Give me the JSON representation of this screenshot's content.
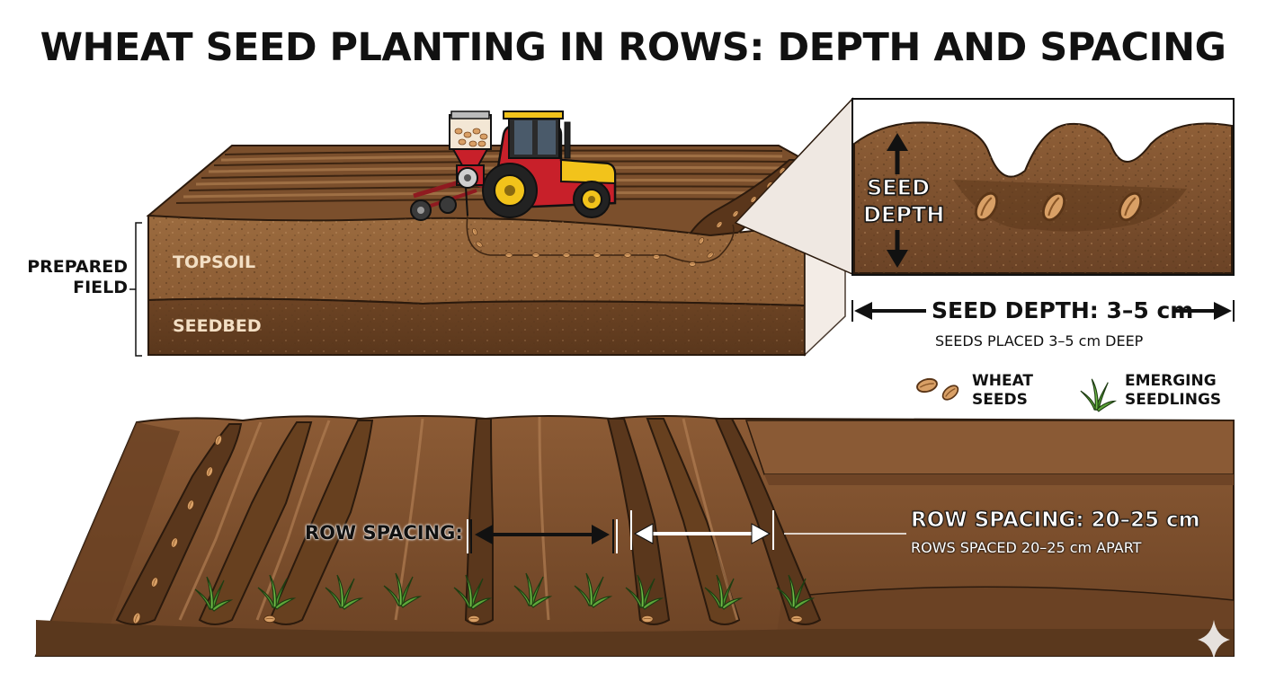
{
  "title": "WHEAT SEED PLANTING IN ROWS: DEPTH AND SPACING",
  "field": {
    "prepared_label_line1": "PREPARED",
    "prepared_label_line2": "FIELD",
    "topsoil": "TOPSOIL",
    "seedbed": "SEEDBED"
  },
  "inset": {
    "seed_depth_line1": "SEED",
    "seed_depth_line2": "DEPTH"
  },
  "depth": {
    "label": "SEED DEPTH: 3–5 cm",
    "note": "SEEDS PLACED 3–5 cm DEEP"
  },
  "legend": [
    {
      "icon": "wheat-seeds-icon",
      "line1": "WHEAT",
      "line2": "SEEDS"
    },
    {
      "icon": "seedling-icon",
      "line1": "EMERGING",
      "line2": "SEEDLINGS"
    }
  ],
  "rows": {
    "spacing_label": "ROW SPACING:",
    "spacing_main": "ROW SPACING: 20–25 cm",
    "spacing_note": "ROWS SPACED 20–25 cm APART"
  },
  "colors": {
    "soil_dark": "#5e3a1f",
    "soil_mid": "#8b5a34",
    "soil_light": "#a8764a",
    "seed": "#d9a066",
    "seedling": "#4f9a2f",
    "tractor_red": "#c8202a",
    "tractor_yellow": "#f2c31b"
  }
}
